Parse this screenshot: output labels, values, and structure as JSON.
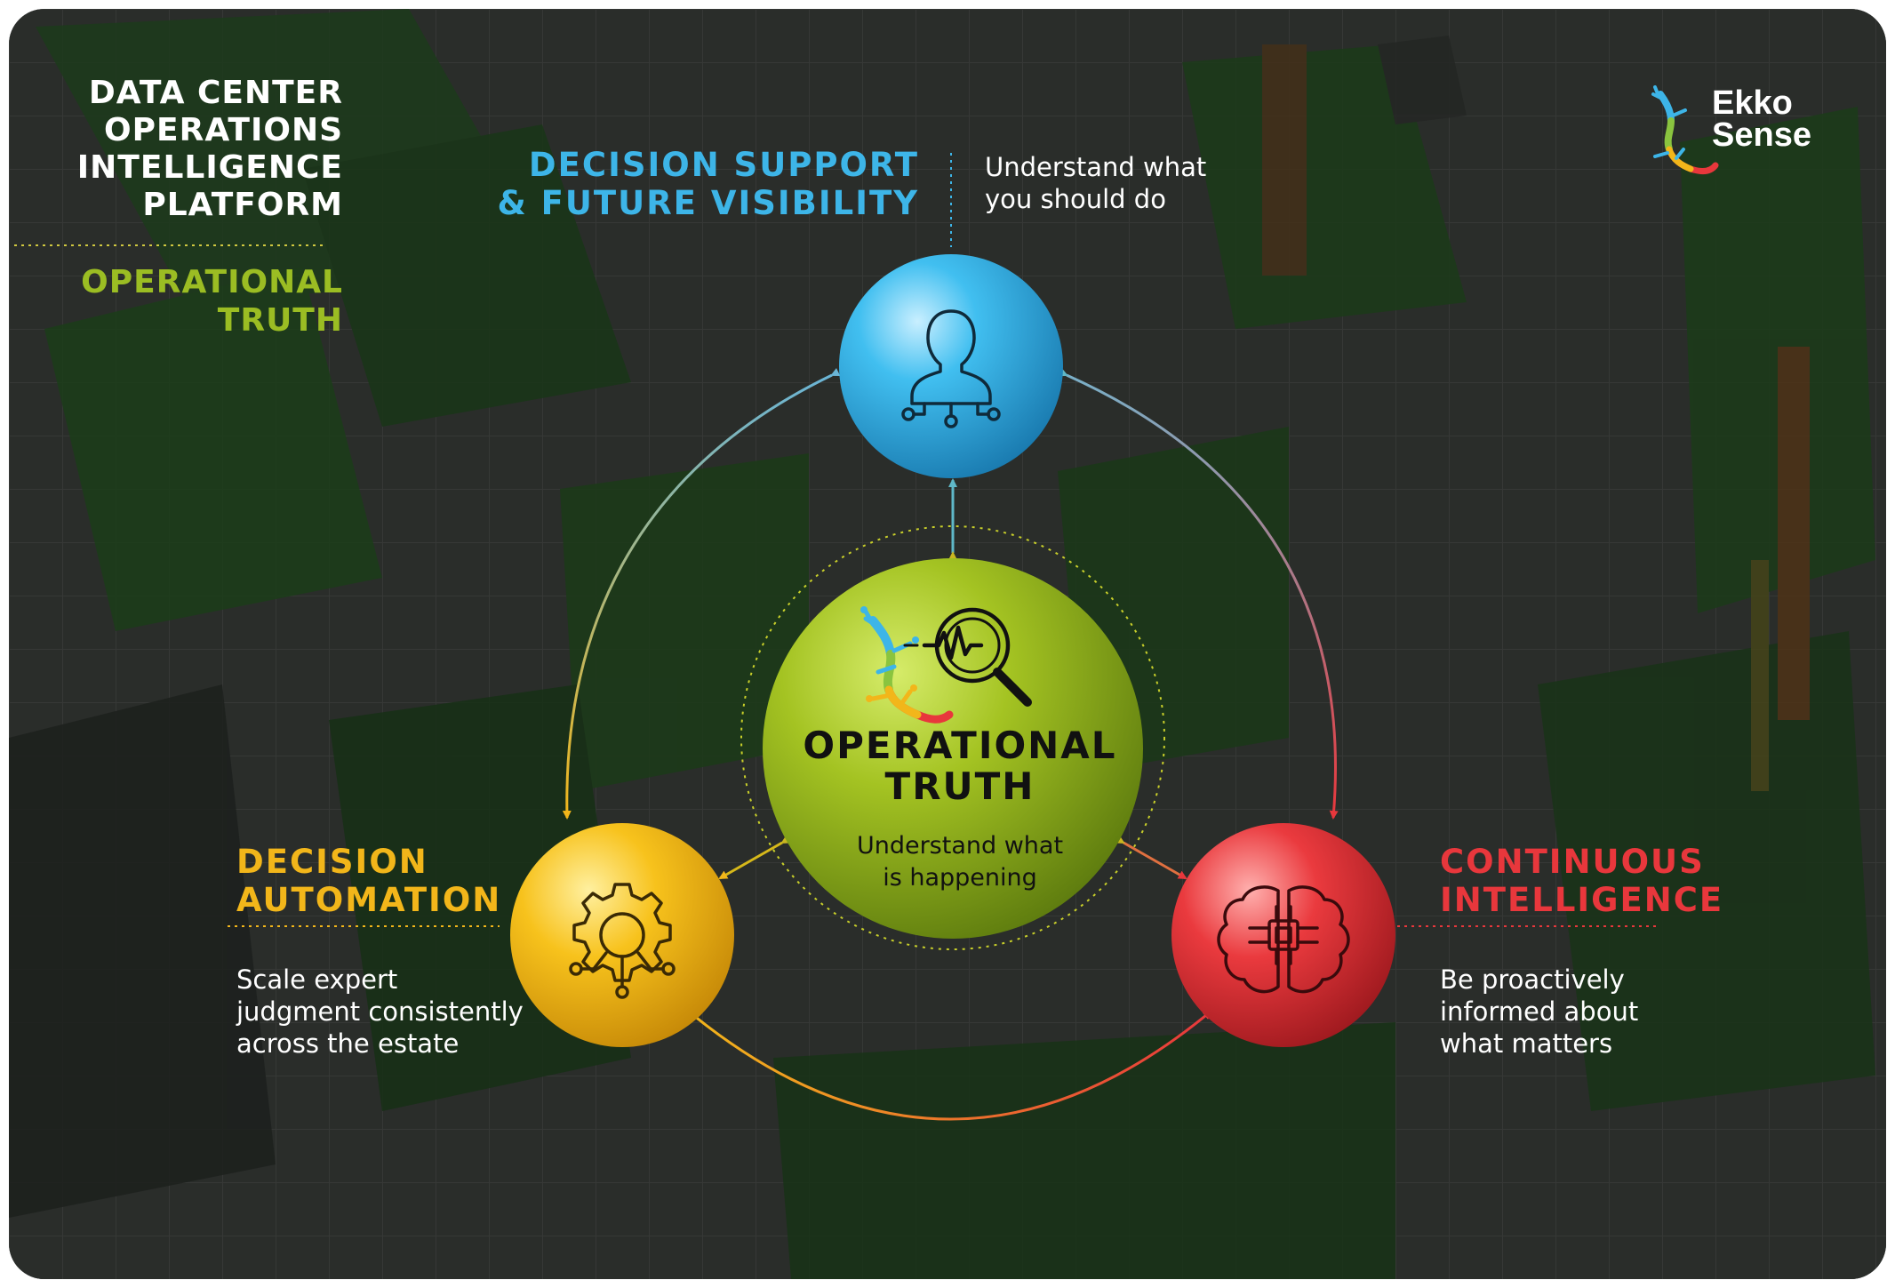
{
  "platform": {
    "title_lines": [
      "DATA CENTER",
      "OPERATIONS",
      "INTELLIGENCE",
      "PLATFORM"
    ],
    "subtitle_lines": [
      "OPERATIONAL",
      "TRUTH"
    ]
  },
  "brand": {
    "name_lines": [
      "Ekko",
      "Sense"
    ]
  },
  "nodes": {
    "center": {
      "title_lines": [
        "OPERATIONAL",
        "TRUTH"
      ],
      "body_lines": [
        "Understand what",
        "is happening"
      ],
      "icon": "gecko-magnifier-pulse-icon",
      "color": "#9bbd23"
    },
    "top": {
      "title_lines": [
        "DECISION SUPPORT",
        "& FUTURE VISIBILITY"
      ],
      "body_lines": [
        "Understand what",
        "you should do"
      ],
      "icon": "person-network-icon",
      "color": "#3db5e8"
    },
    "left": {
      "title_lines": [
        "DECISION",
        "AUTOMATION"
      ],
      "body_lines": [
        "Scale expert",
        "judgment consistently",
        "across the estate"
      ],
      "icon": "gear-network-icon",
      "color": "#f2b61a"
    },
    "right": {
      "title_lines": [
        "CONTINUOUS",
        "INTELLIGENCE"
      ],
      "body_lines": [
        "Be proactively",
        "informed about",
        "what matters"
      ],
      "icon": "brain-chip-icon",
      "color": "#e8373c"
    }
  },
  "colors": {
    "accent_green": "#9bbd23",
    "accent_blue": "#3db5e8",
    "accent_yellow": "#f2b61a",
    "accent_red": "#e8373c"
  }
}
